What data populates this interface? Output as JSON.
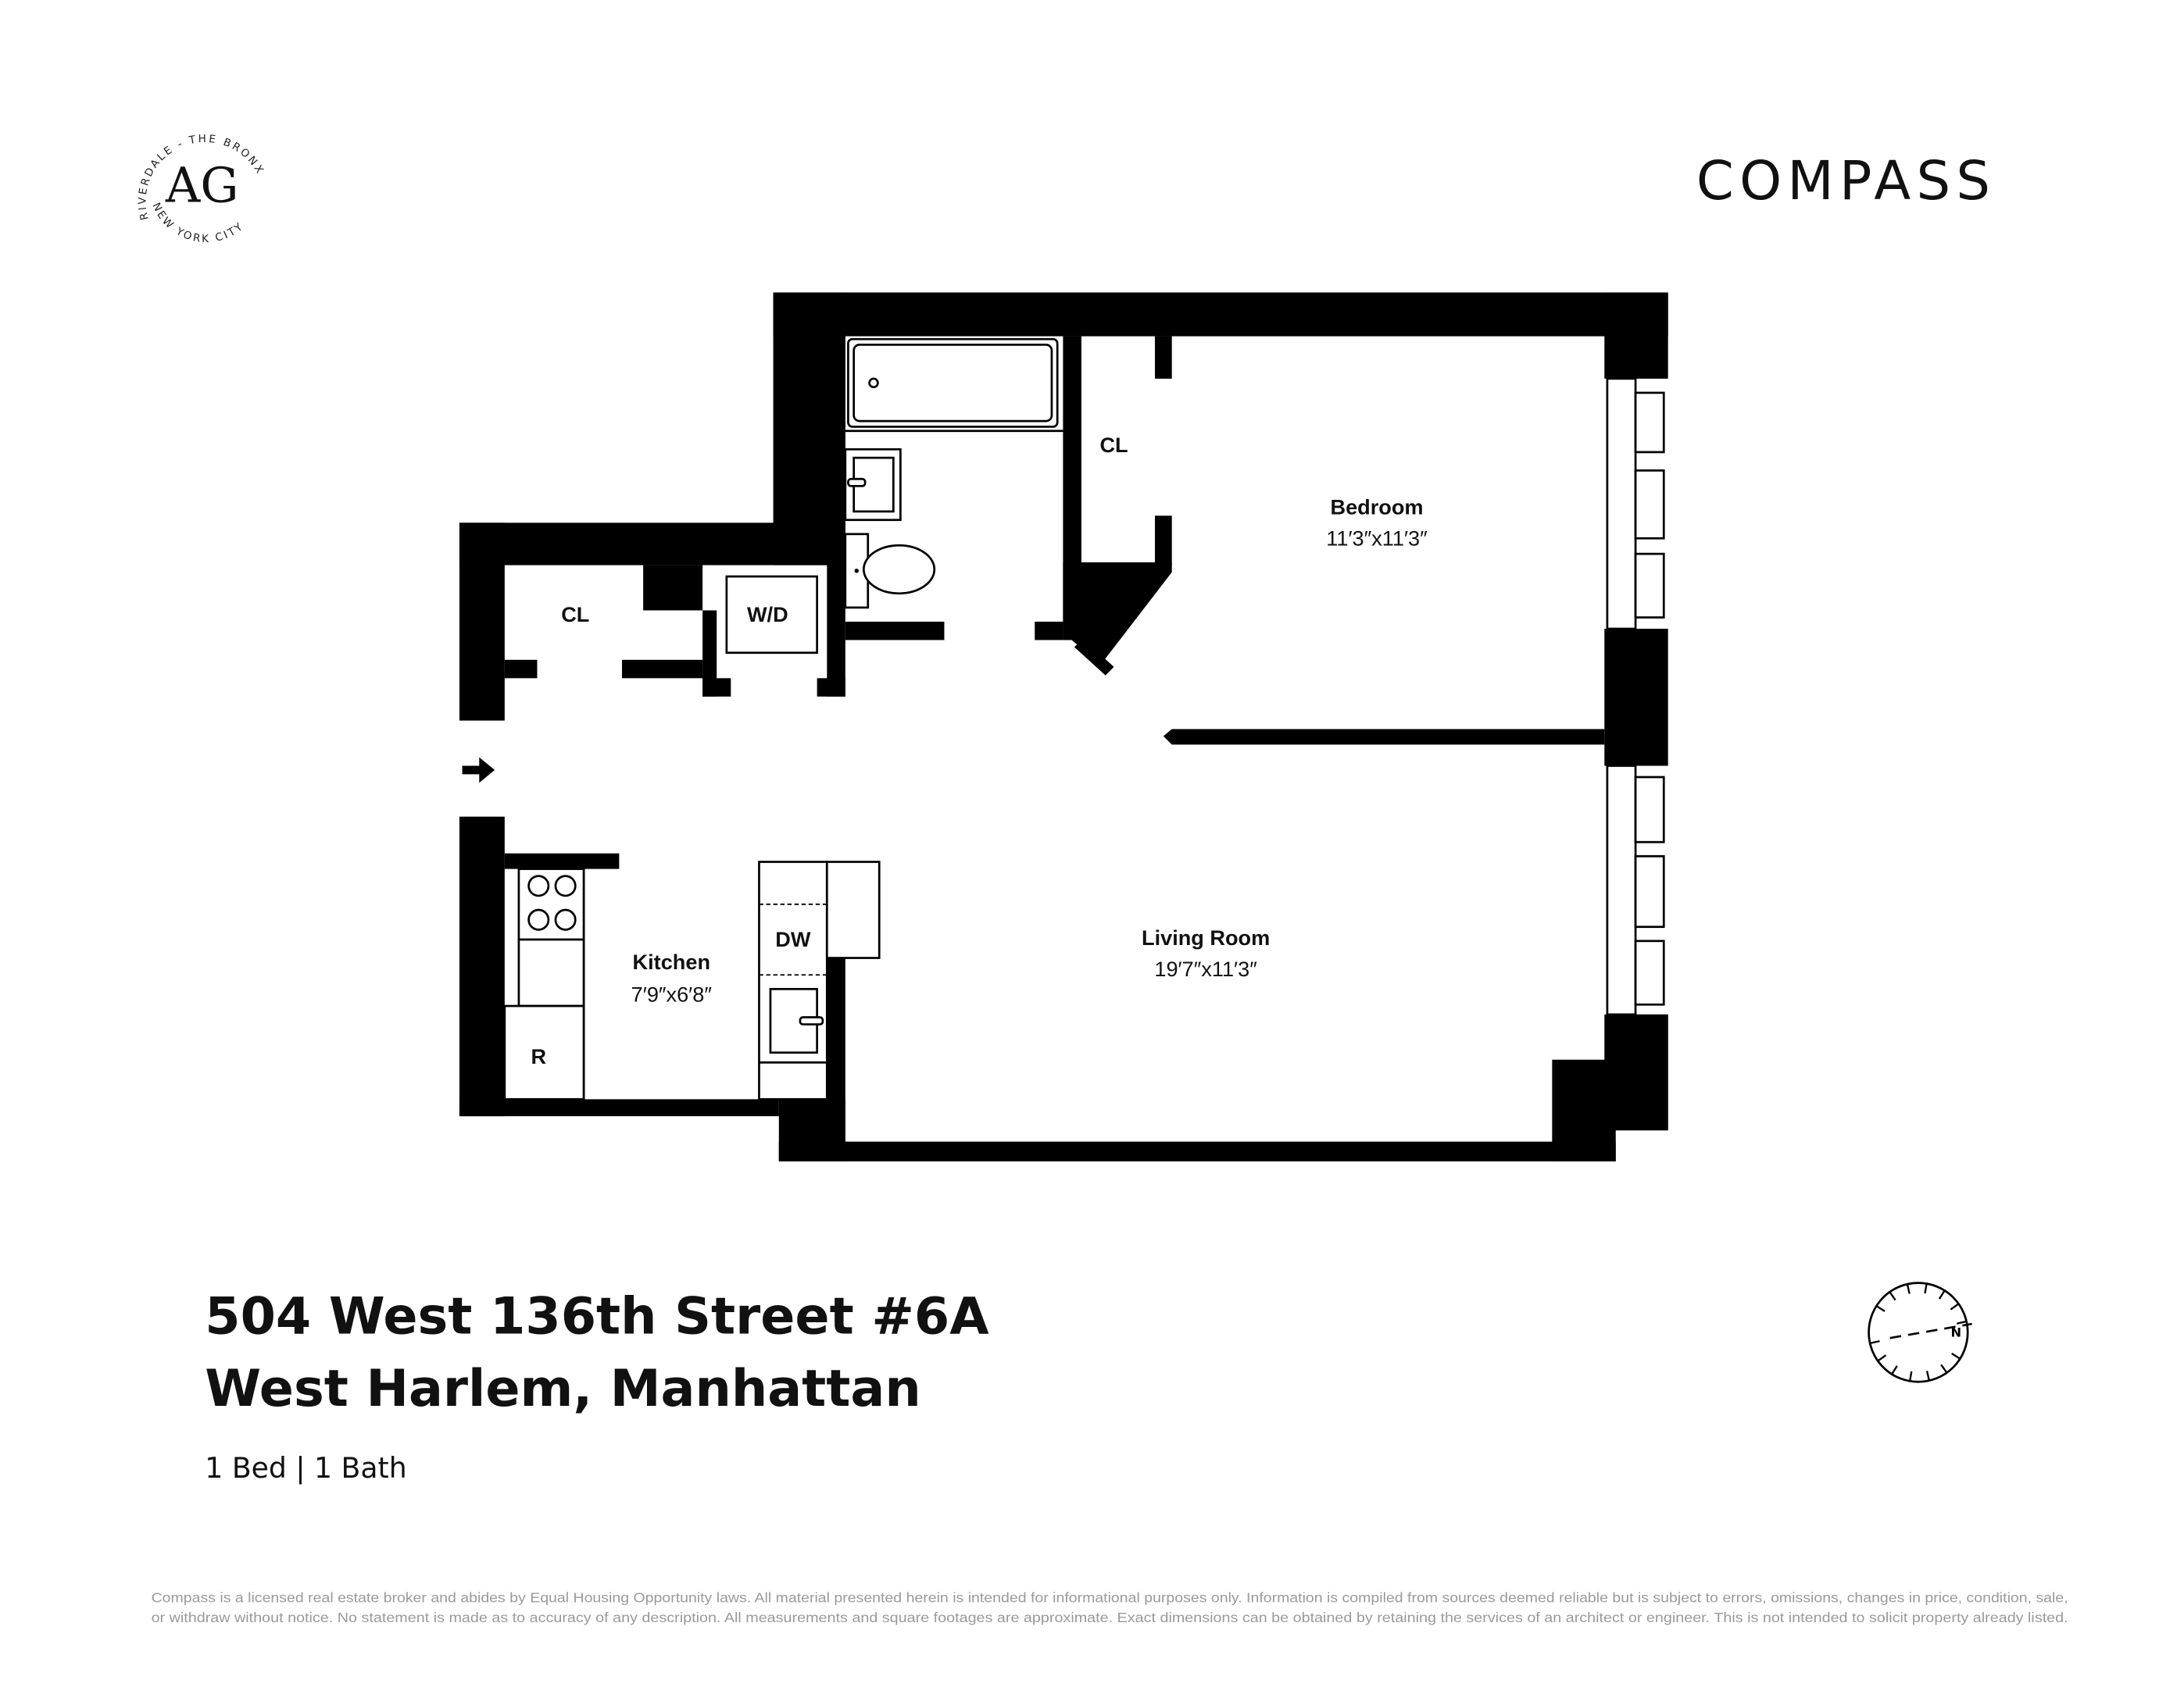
{
  "header": {
    "logo": {
      "monogram": "AG",
      "ring_text_top": "RIVERDALE - THE BRONX",
      "ring_text_bottom": "NEW YORK CITY"
    },
    "brand": "COMPASS"
  },
  "floorplan": {
    "rooms": [
      {
        "name": "Bedroom",
        "dimensions": "11′3″x11′3″"
      },
      {
        "name": "Living Room",
        "dimensions": "19′7″x11′3″"
      },
      {
        "name": "Kitchen",
        "dimensions": "7′9″x6′8″"
      }
    ],
    "labels": {
      "closet_left": "CL",
      "closet_bedroom": "CL",
      "washer_dryer": "W/D",
      "dishwasher": "DW",
      "refrigerator": "R"
    },
    "compass_letter": "N"
  },
  "listing": {
    "address": "504 West 136th Street #6A",
    "neighborhood": "West Harlem, Manhattan",
    "summary": "1 Bed | 1 Bath"
  },
  "disclaimer": {
    "line1": "Compass is a licensed real estate broker and abides by Equal Housing Opportunity laws. All material presented herein is intended for informational purposes only. Information is compiled from sources deemed reliable but is subject to errors, omissions, changes in price, condition, sale,",
    "line2": "or withdraw without notice. No statement is made as to accuracy of any description. All measurements and square footages are approximate. Exact dimensions can be obtained by retaining the services of an architect or engineer. This is not intended to solicit property already listed."
  }
}
